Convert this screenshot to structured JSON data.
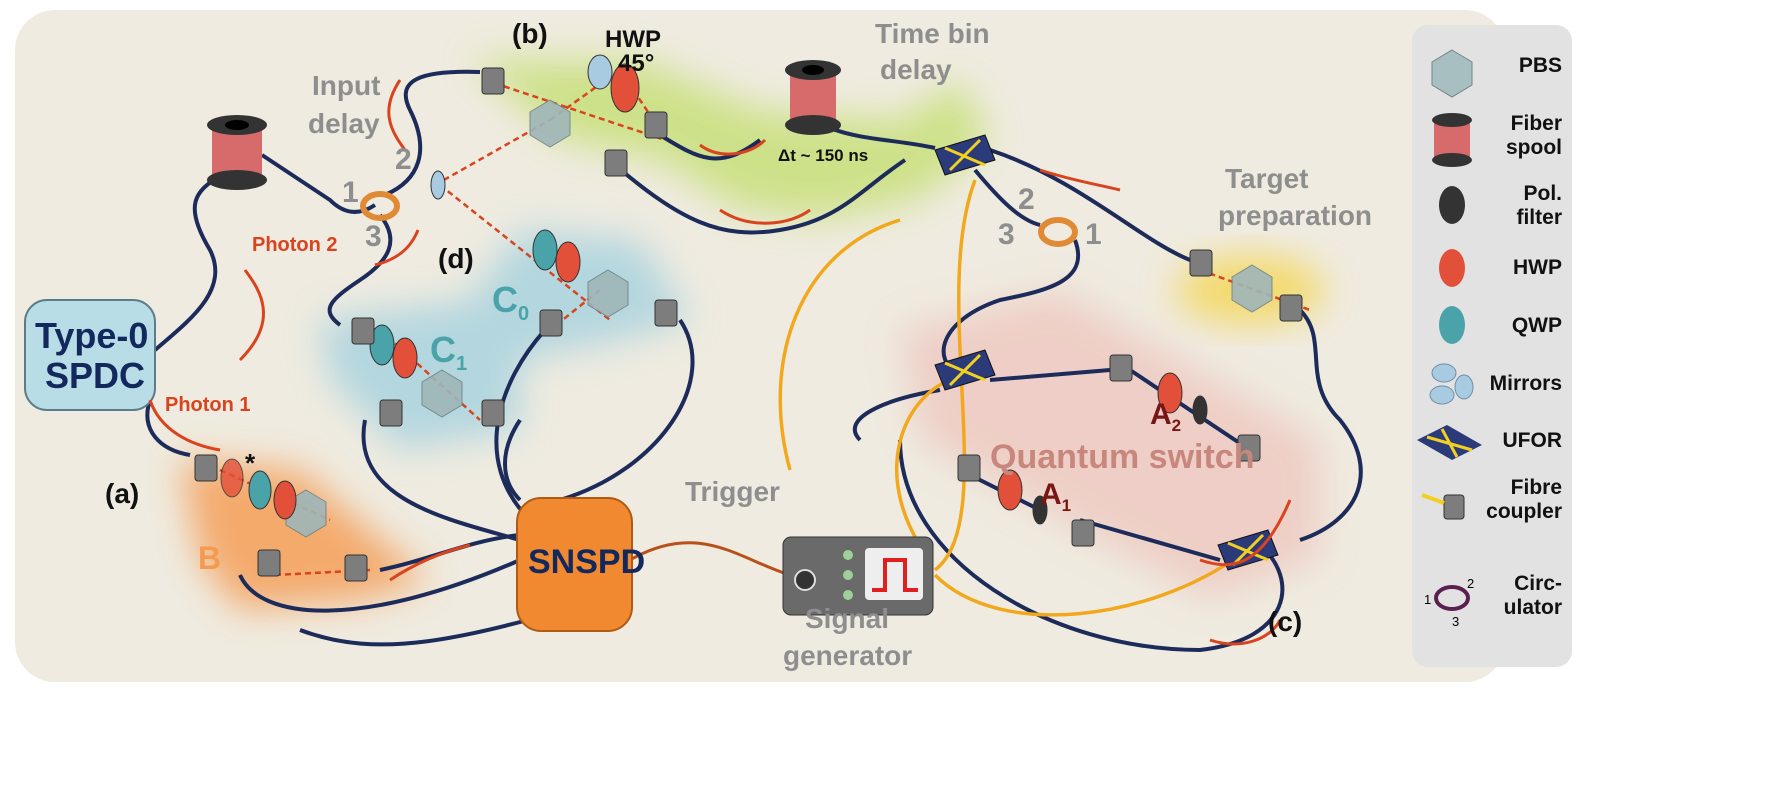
{
  "labels": {
    "panel_a": "(a)",
    "panel_b": "(b)",
    "panel_c": "(c)",
    "panel_d": "(d)",
    "hwp": "HWP",
    "hwp_angle": "45°",
    "time_bin_delay_1": "Time bin",
    "time_bin_delay_2": "delay",
    "delta_t": "Δt ~ 150 ns",
    "input_delay_1": "Input",
    "input_delay_2": "delay",
    "circ_left": {
      "p1": "1",
      "p2": "2",
      "p3": "3"
    },
    "circ_right": {
      "p1": "1",
      "p2": "2",
      "p3": "3"
    },
    "photon2": "Photon 2",
    "photon1": "Photon 1",
    "spdc_1": "Type-0",
    "spdc_2": "SPDC",
    "c0": "C",
    "c0_sub": "0",
    "c1": "C",
    "c1_sub": "1",
    "asterisk": "*",
    "b": "B",
    "snspd": "SNSPD",
    "trigger": "Trigger",
    "signal_gen_1": "Signal",
    "signal_gen_2": "generator",
    "target_1": "Target",
    "target_2": "preparation",
    "quantum_switch": "Quantum switch",
    "a2": "A",
    "a2_sub": "2",
    "a1": "A",
    "a1_sub": "1"
  },
  "legend": {
    "pbs": "PBS",
    "fiber_spool_1": "Fiber",
    "fiber_spool_2": "spool",
    "pol_filter_1": "Pol.",
    "pol_filter_2": "filter",
    "hwp": "HWP",
    "qwp": "QWP",
    "mirrors": "Mirrors",
    "ufor": "UFOR",
    "fibre_coupler_1": "Fibre",
    "fibre_coupler_2": "coupler",
    "circulator_1": "Circ-",
    "circulator_2": "ulator",
    "circ_ports": {
      "p1": "1",
      "p2": "2",
      "p3": "3"
    }
  },
  "colors": {
    "background": "#efebe0",
    "legend_panel": "#e2e2e2",
    "fiber": "#1c2b5a",
    "signal_fiber": "#f2a81d",
    "beam": "#d9441f",
    "hwp": "#e2503a",
    "qwp": "#4aa3a8",
    "region_b": "#c8e07a",
    "region_d": "#a9d3df",
    "region_a": "#f59a4f",
    "region_target": "#f4d75a",
    "region_switch": "#eec8c0",
    "snspd": "#f0892f",
    "spdc": "#b9dde6"
  }
}
